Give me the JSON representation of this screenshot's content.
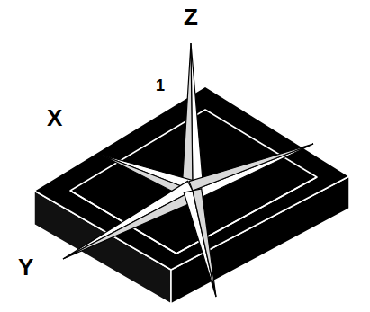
{
  "diagram": {
    "labels": [
      "Z",
      "X",
      "Y",
      "1"
    ]
  }
}
